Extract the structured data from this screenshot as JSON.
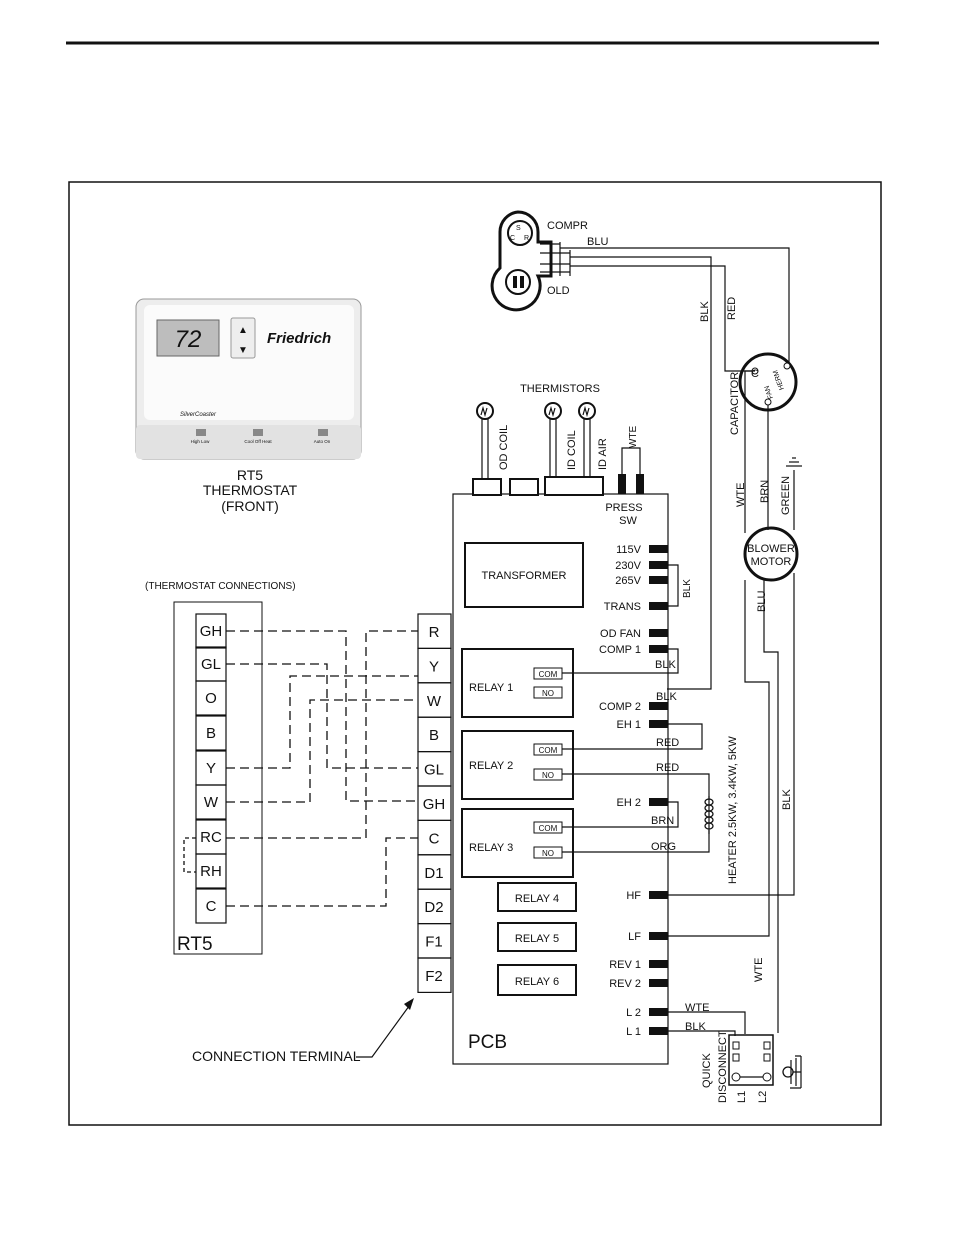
{
  "thermostat_photo": {
    "display": "72",
    "brand": "Friedrich",
    "series_script": "SilverCoaster",
    "caption_line1": "RT5",
    "caption_line2": "THERMOSTAT",
    "caption_line3": "(FRONT)",
    "switch_labels": [
      "High Low",
      "Cool Off Heat",
      "Auto On"
    ]
  },
  "thermostat_connections": {
    "title": "(THERMOSTAT CONNECTIONS)",
    "name": "RT5",
    "terminals": [
      "GH",
      "GL",
      "O",
      "B",
      "Y",
      "W",
      "RC",
      "RH",
      "C"
    ]
  },
  "connection_terminal": {
    "label": "CONNECTION  TERMINAL",
    "terminals": [
      "R",
      "Y",
      "W",
      "B",
      "GL",
      "GH",
      "C",
      "D1",
      "D2",
      "F1",
      "F2"
    ]
  },
  "pcb": {
    "label": "PCB",
    "transformer": "TRANSFORMER",
    "relays": [
      "RELAY 1",
      "RELAY 2",
      "RELAY 3",
      "RELAY 4",
      "RELAY 5",
      "RELAY 6"
    ],
    "com": "COM",
    "no": "NO",
    "press_sw_1": "PRESS",
    "press_sw_2": "SW",
    "pins": [
      "115V",
      "230V",
      "265V",
      "TRANS",
      "OD FAN",
      "COMP  1",
      "COMP  2",
      "EH  1",
      "EH  2",
      "HF",
      "LF",
      "REV  1",
      "REV  2",
      "L  2",
      "L  1"
    ]
  },
  "thermistors": {
    "title": "THERMISTORS",
    "od_coil": "OD  COIL",
    "id_coil": "ID  COIL",
    "id_air": "ID  AIR",
    "wte": "WTE"
  },
  "compressor": {
    "label": "COMPR",
    "old": "OLD",
    "terminals": [
      "S",
      "C",
      "R"
    ]
  },
  "capacitor": {
    "label": "CAPACITOR",
    "c": "C",
    "herm": "HERM",
    "fan": "FAN"
  },
  "blower": {
    "line1": "BLOWER",
    "line2": "MOTOR"
  },
  "heater": {
    "label": "HEATER  2.5KW,  3.4KW,  5KW"
  },
  "quick_disconnect": {
    "line1": "QUICK",
    "line2": "DISCONNECT",
    "l1": "L1",
    "l2": "L2"
  },
  "wires": {
    "blu": "BLU",
    "blk": "BLK",
    "red": "RED",
    "wte": "WTE",
    "brn": "BRN",
    "green": "GREEN",
    "org": "ORG"
  }
}
